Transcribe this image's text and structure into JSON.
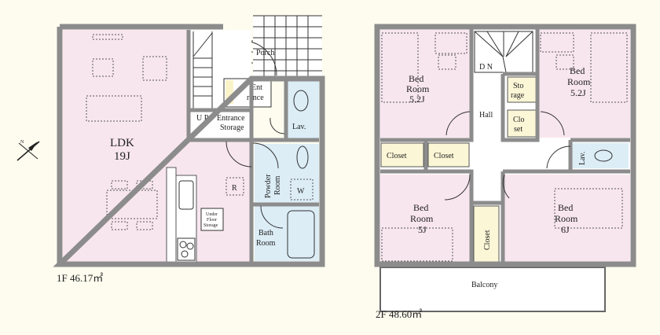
{
  "floor1": {
    "caption": "1F 46.17㎡",
    "rooms": {
      "ldk": "LDK",
      "ldk_size": "19J",
      "porch": "Porch",
      "entrance_1": "Ent",
      "entrance_2": "rance",
      "up": "U P",
      "entrance_storage_1": "Entrance",
      "entrance_storage_2": "Storage",
      "lav": "Lav.",
      "powder_room_1": "Powder",
      "powder_room_2": "Room",
      "bath_1": "Bath",
      "bath_2": "Room",
      "refrigerator": "R",
      "washer": "W",
      "underfloor_1": "Under",
      "underfloor_2": "Floor",
      "underfloor_3": "Storage"
    }
  },
  "floor2": {
    "caption": "2F 48.60㎡",
    "rooms": {
      "bed_tl_1": "Bed",
      "bed_tl_2": "Room",
      "bed_tl_size": "5.2J",
      "bed_tr_1": "Bed",
      "bed_tr_2": "Room",
      "bed_tr_size": "5.2J",
      "bed_bl_1": "Bed",
      "bed_bl_2": "Room",
      "bed_bl_size": "5J",
      "bed_br_1": "Bed",
      "bed_br_2": "Room",
      "bed_br_size": "6J",
      "dn": "D N",
      "hall": "Hall",
      "storage_1": "Sto",
      "storage_2": "rage",
      "closet_s_1": "Clo",
      "closet_s_2": "set",
      "closet_a": "Closet",
      "closet_b": "Closet",
      "closet_v": "Closet",
      "lav": "Lav.",
      "balcony": "Balcony"
    }
  },
  "compass": {
    "label": "N"
  }
}
